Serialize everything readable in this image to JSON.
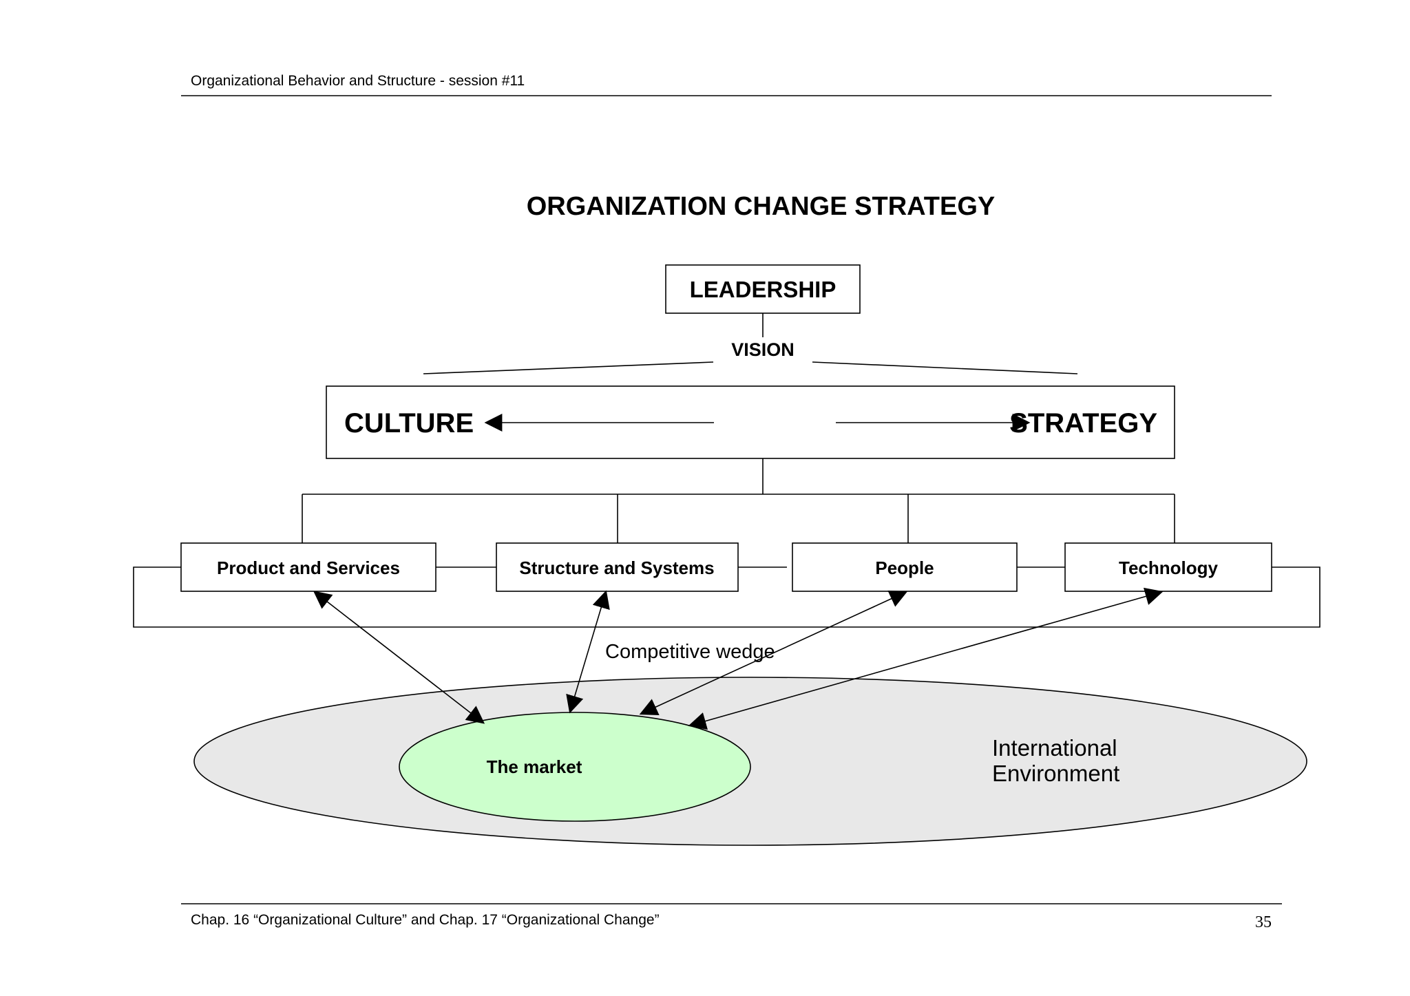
{
  "header": {
    "text": "Organizational Behavior and Structure - session #11"
  },
  "title": "ORGANIZATION CHANGE STRATEGY",
  "leadership": "LEADERSHIP",
  "vision": "VISION",
  "culture": "CULTURE",
  "strategy": "STRATEGY",
  "levers": [
    {
      "label": "Product and Services"
    },
    {
      "label": "Structure and Systems"
    },
    {
      "label": "People"
    },
    {
      "label": "Technology"
    }
  ],
  "competitive_wedge": "Competitive wedge",
  "market": "The market",
  "environment": {
    "line1": "International",
    "line2": "Environment"
  },
  "footer": {
    "text": "Chap. 16 “Organizational Culture” and Chap. 17 “Organizational Change”",
    "page_number": "35"
  },
  "colors": {
    "market_fill": "#ccffcc",
    "environment_fill": "#e8e8e8",
    "line": "#000000"
  }
}
